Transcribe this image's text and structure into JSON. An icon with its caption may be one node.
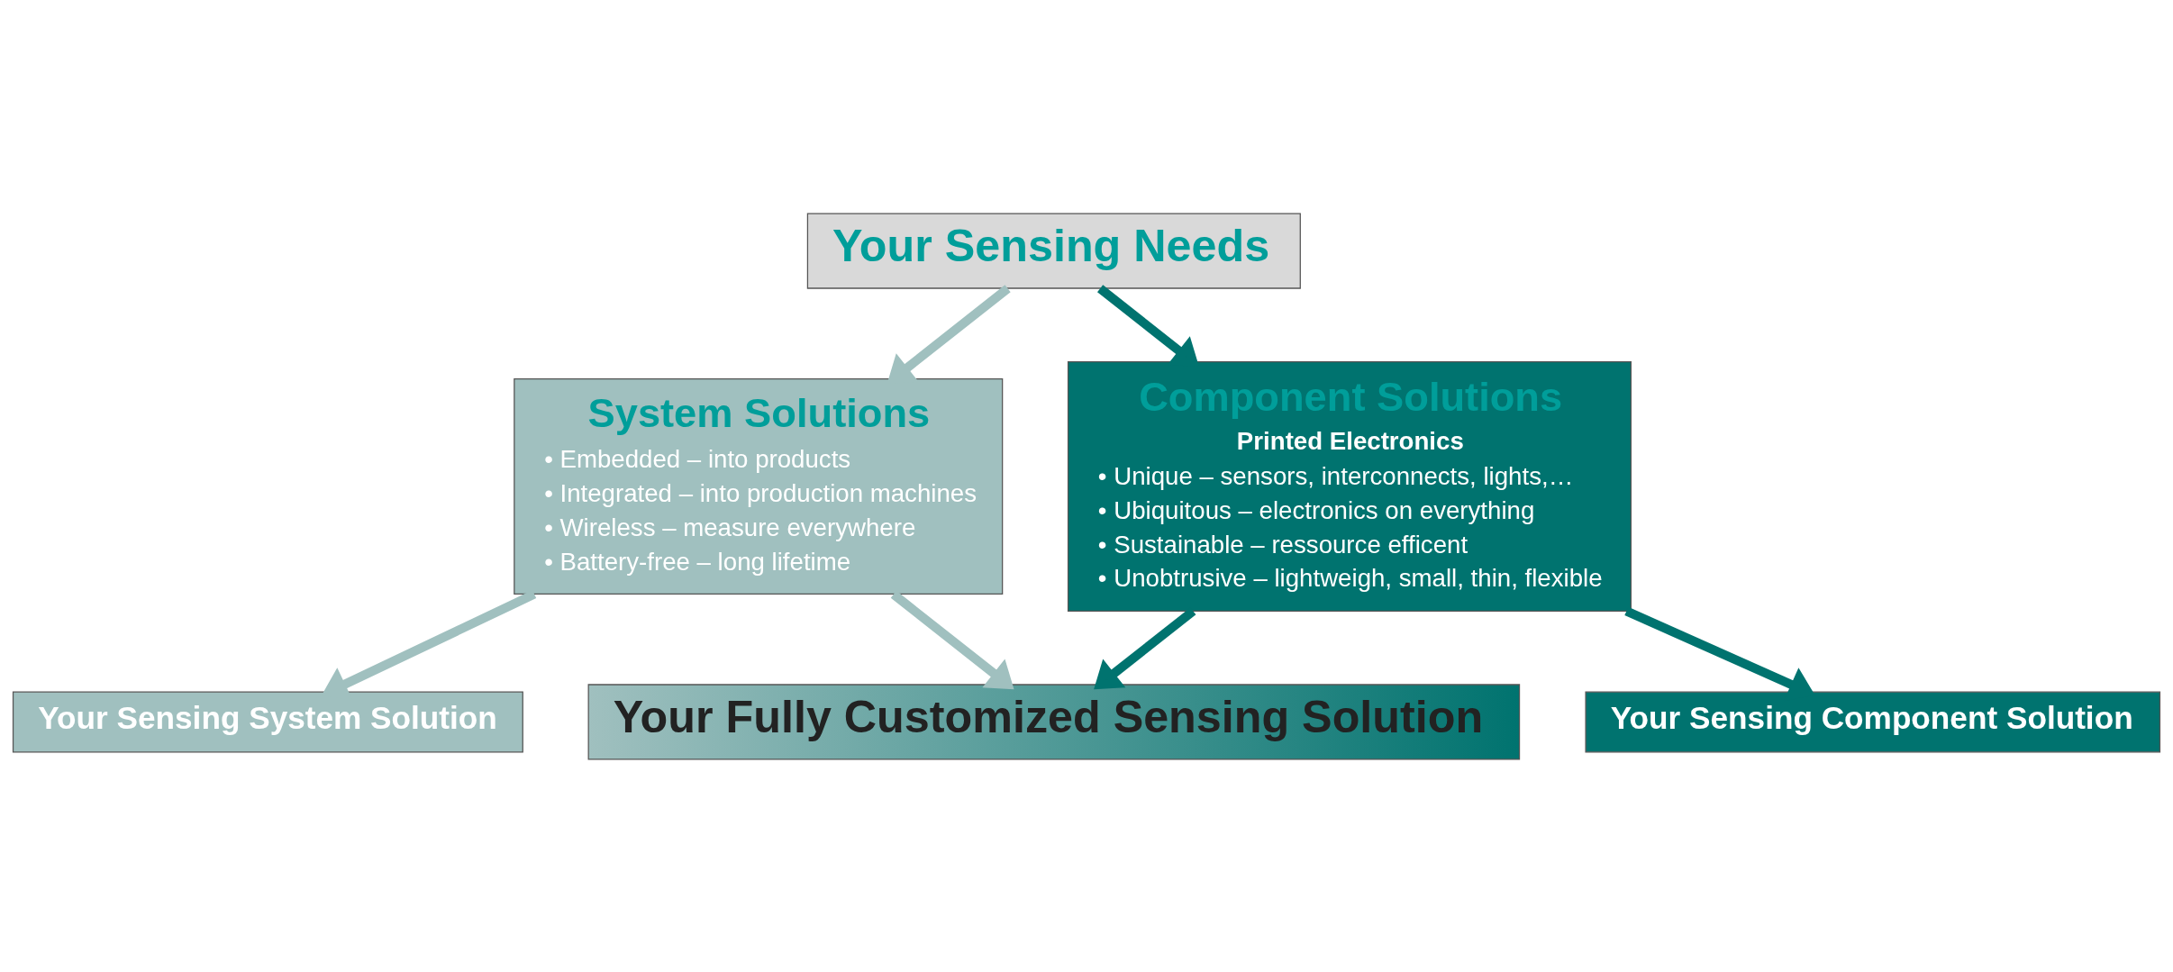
{
  "diagram": {
    "nodes": [
      {
        "text": [
          "Your Sensing Needs"
        ]
      },
      {
        "text": [
          "System Solutions",
          "• Embedded – into products",
          "• Integrated – into production machines",
          "• Wireless – measure everywhere",
          "• Battery-free – long lifetime"
        ]
      },
      {
        "text": [
          "Component Solutions",
          "Printed Electronics",
          "• Unique – sensors, interconnects, lights,…",
          "• Ubiquitous – electronics on everything",
          "• Sustainable – ressource efficent",
          "• Unobtrusive – lightweigh, small, thin, flexible"
        ]
      },
      {
        "text": [
          "Your Sensing System Solution"
        ]
      },
      {
        "text": [
          "Your Fully Customized Sensing Solution"
        ]
      },
      {
        "text": [
          "Your Sensing Component Solution"
        ]
      }
    ],
    "edges": [
      {
        "from": 0,
        "to": 1,
        "arrow": "to",
        "color": "#a0c0bf"
      },
      {
        "from": 0,
        "to": 2,
        "arrow": "to",
        "color": "#00736f"
      },
      {
        "from": 1,
        "to": 4,
        "arrow": "to",
        "color": "#a0c0bf"
      },
      {
        "from": 2,
        "to": 4,
        "arrow": "to",
        "color": "#00736f"
      },
      {
        "from": 1,
        "to": 3,
        "arrow": "to",
        "color": "#a0c0bf"
      },
      {
        "from": 2,
        "to": 5,
        "arrow": "to",
        "color": "#00736f"
      }
    ]
  }
}
